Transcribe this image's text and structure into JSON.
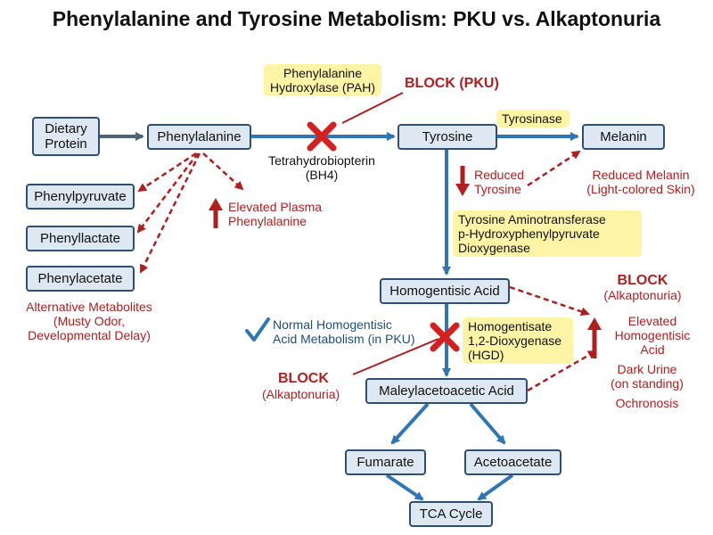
{
  "title": "Phenylalanine and Tyrosine Metabolism: PKU vs. Alkaptonuria",
  "nodes": {
    "dietary_protein": "Dietary\nProtein",
    "phenylalanine": "Phenylalanine",
    "tyrosine": "Tyrosine",
    "melanin": "Melanin",
    "phenylpyruvate": "Phenylpyruvate",
    "phenyllactate": "Phenyllactate",
    "phenylacetate": "Phenylacetate",
    "homogentisic_acid": "Homogentisic Acid",
    "maleylacetoacetic_acid": "Maleylacetoacetic Acid",
    "fumarate": "Fumarate",
    "acetoacetate": "Acetoacetate",
    "tca_cycle": "TCA Cycle"
  },
  "enzymes": {
    "pah": "Phenylalanine\nHydroxylase (PAH)",
    "tyrosinase": "Tyrosinase",
    "tat_hppd": "Tyrosine Aminotransferase\np-Hydroxyphenylpyruvate\n   Dioxygenase",
    "hgd": "Homogentisate\n1,2-Dioxygenase\n(HGD)"
  },
  "labels": {
    "cofactor": "Tetrahydrobiopterin\n(BH4)",
    "block_pku": "BLOCK (PKU)",
    "elevated_phe": "Elevated Plasma\nPhenylalanine",
    "alt_metabolites": "Alternative Metabolites\n(Musty Odor,\nDevelopmental Delay)",
    "reduced_tyrosine": "Reduced\nTyrosine",
    "reduced_melanin": "Reduced Melanin\n(Light-colored Skin)",
    "normal_hga": "Normal Homogentisic\nAcid Metabolism (in PKU)",
    "block_alk_left_title": "BLOCK",
    "block_alk_left_sub": "(Alkaptonuria)",
    "block_alk_right_title": "BLOCK",
    "block_alk_right_sub": "(Alkaptonuria)",
    "elevated_hga": "Elevated\nHomogentisic\nAcid",
    "dark_urine": "Dark Urine\n(on standing)",
    "ochronosis": "Ochronosis"
  },
  "icons": [
    "block-x-icon",
    "up-arrow-icon",
    "down-arrow-icon",
    "checkmark-icon"
  ],
  "colors": {
    "box_fill": "#dde8f3",
    "box_border": "#2d4f73",
    "flow_blue": "#2f76b7",
    "block_red": "#b01e1e",
    "enzyme_yellow": "#fdf4a6"
  }
}
